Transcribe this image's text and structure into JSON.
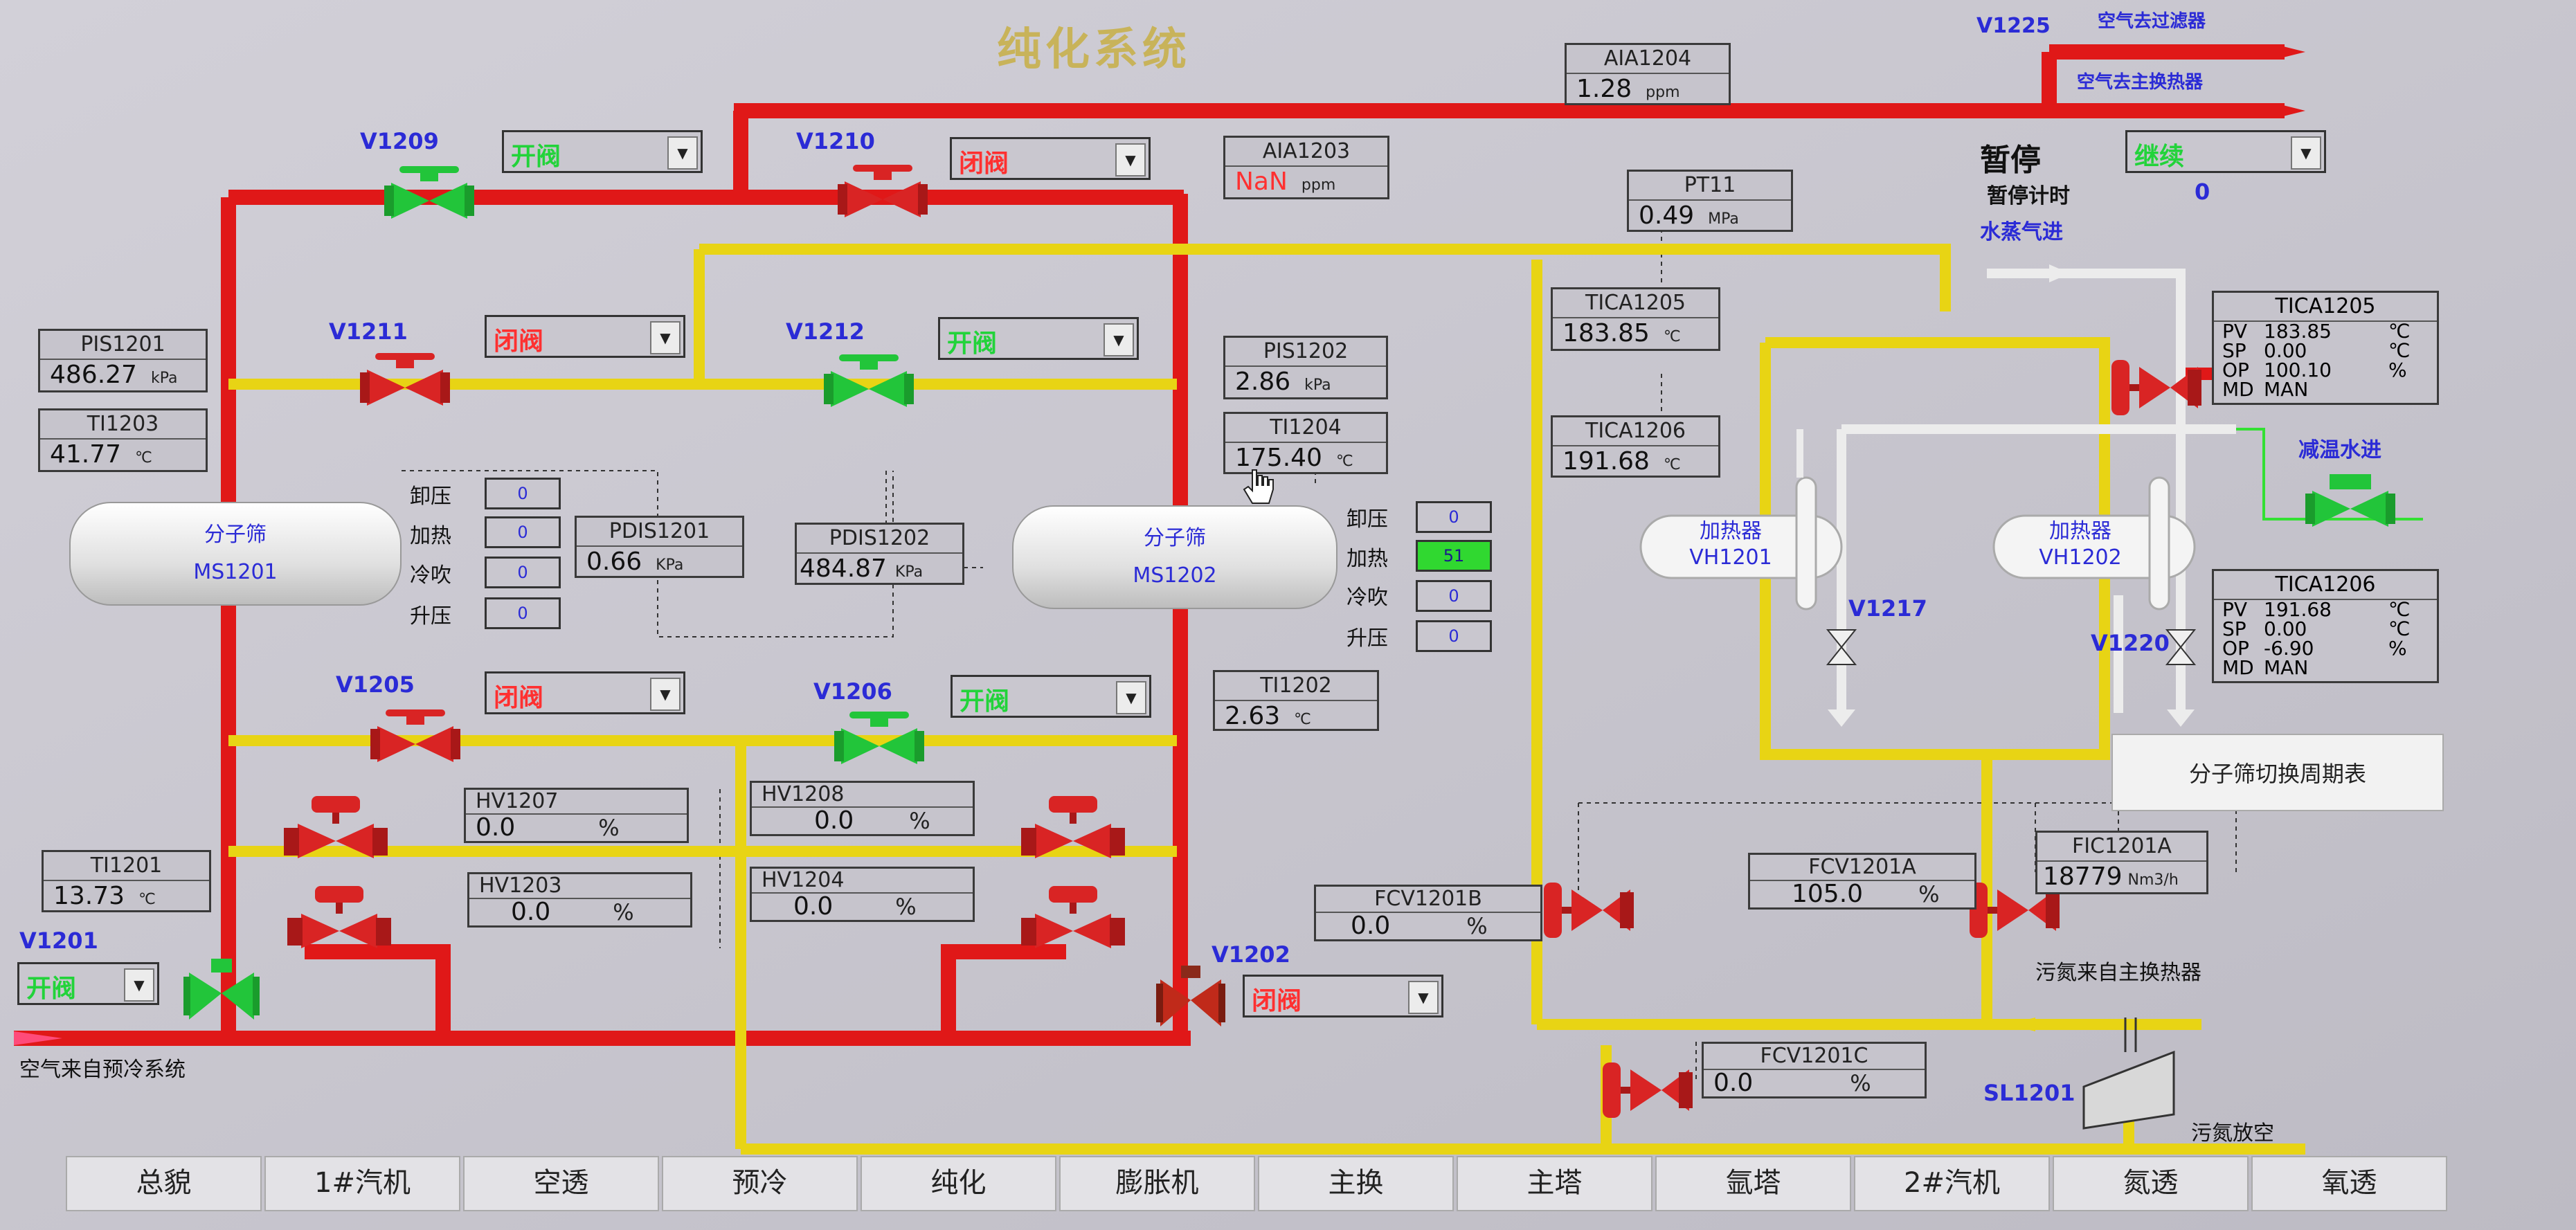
{
  "screen_title": "纯化系统",
  "top_right": {
    "v1225": "V1225",
    "to_filter": "空气去过滤器",
    "to_main_hx": "空气去主换热器",
    "pause": "暂停",
    "continue": "继续",
    "pause_timer_label": "暂停计时",
    "pause_timer_value": "0",
    "steam_in": "水蒸气进",
    "cooling_water_in": "减温水进"
  },
  "valves": {
    "v1209": "V1209",
    "v1210": "V1210",
    "v1211": "V1211",
    "v1212": "V1212",
    "v1205": "V1205",
    "v1206": "V1206",
    "v1201": "V1201",
    "v1202": "V1202",
    "v1217": "V1217",
    "v1220": "V1220",
    "sl1201": "SL1201"
  },
  "dropdowns": {
    "v1209": "开阀",
    "v1210": "闭阀",
    "v1211": "闭阀",
    "v1212": "开阀",
    "v1205": "闭阀",
    "v1206": "开阀",
    "v1201": "开阀",
    "v1202": "闭阀"
  },
  "colors": {
    "pipe_red": "#e01818",
    "pipe_yellow": "#e8d414",
    "valve_green": "#22c53a",
    "valve_red": "#d92424"
  },
  "instruments": {
    "aia1204": {
      "tag": "AIA1204",
      "value": "1.28",
      "unit": "ppm"
    },
    "aia1203": {
      "tag": "AIA1203",
      "value": "NaN",
      "unit": "ppm"
    },
    "pt11": {
      "tag": "PT11",
      "value": "0.49",
      "unit": "MPa"
    },
    "pis1201": {
      "tag": "PIS1201",
      "value": "486.27",
      "unit": "kPa"
    },
    "ti1203": {
      "tag": "TI1203",
      "value": "41.77",
      "unit": "℃"
    },
    "pis1202": {
      "tag": "PIS1202",
      "value": "2.86",
      "unit": "kPa"
    },
    "ti1204": {
      "tag": "TI1204",
      "value": "175.40",
      "unit": "℃"
    },
    "tica1205": {
      "tag": "TICA1205",
      "value": "183.85",
      "unit": "℃"
    },
    "tica1206": {
      "tag": "TICA1206",
      "value": "191.68",
      "unit": "℃"
    },
    "pdis1201": {
      "tag": "PDIS1201",
      "value": "0.66",
      "unit": "KPa"
    },
    "pdis1202": {
      "tag": "PDIS1202",
      "value": "484.87",
      "unit": "KPa"
    },
    "ti1202": {
      "tag": "TI1202",
      "value": "2.63",
      "unit": "℃"
    },
    "hv1207": {
      "tag": "HV1207",
      "value": "0.0",
      "unit": "%"
    },
    "hv1208": {
      "tag": "HV1208",
      "value": "0.0",
      "unit": "%"
    },
    "hv1203": {
      "tag": "HV1203",
      "value": "0.0",
      "unit": "%"
    },
    "hv1204": {
      "tag": "HV1204",
      "value": "0.0",
      "unit": "%"
    },
    "ti1201": {
      "tag": "TI1201",
      "value": "13.73",
      "unit": "℃"
    },
    "fcv1201b": {
      "tag": "FCV1201B",
      "value": "0.0",
      "unit": "%"
    },
    "fcv1201a": {
      "tag": "FCV1201A",
      "value": "105.0",
      "unit": "%"
    },
    "fic1201a": {
      "tag": "FIC1201A",
      "value": "18779",
      "unit": "Nm3/h"
    },
    "fcv1201c": {
      "tag": "FCV1201C",
      "value": "0.0",
      "unit": "%"
    }
  },
  "tica_side_1205": {
    "tag": "TICA1205",
    "pv": "183.85",
    "sp": "0.00",
    "op": "100.10",
    "md": "MAN",
    "c1": "℃",
    "c2": "℃",
    "pct": "%"
  },
  "tica_side_1206": {
    "tag": "TICA1206",
    "pv": "191.68",
    "sp": "0.00",
    "op": "-6.90",
    "md": "MAN",
    "c1": "℃",
    "c2": "℃",
    "pct": "%"
  },
  "side_labels": {
    "pv": "PV",
    "sp": "SP",
    "op": "OP",
    "md": "MD"
  },
  "sieve1": {
    "name": "分子筛",
    "tag": "MS1201",
    "steps": [
      "卸压",
      "加热",
      "冷吹",
      "升压"
    ],
    "values": [
      "0",
      "0",
      "0",
      "0"
    ]
  },
  "sieve2": {
    "name": "分子筛",
    "tag": "MS1202",
    "steps": [
      "卸压",
      "加热",
      "冷吹",
      "升压"
    ],
    "values": [
      "0",
      "51",
      "0",
      "0"
    ]
  },
  "heaters": {
    "vh1201_name": "加热器",
    "vh1201_tag": "VH1201",
    "vh1202_name": "加热器",
    "vh1202_tag": "VH1202"
  },
  "sieve_switch_button": "分子筛切换周期表",
  "labels": {
    "air_from_precool": "空气来自预冷系统",
    "waste_n2_from_hx": "污氮来自主换热器",
    "waste_n2_vent": "污氮放空"
  },
  "nav_tabs": [
    "总貌",
    "1#汽机",
    "空透",
    "预冷",
    "纯化",
    "膨胀机",
    "主换",
    "主塔",
    "氩塔",
    "2#汽机",
    "氮透",
    "氧透"
  ]
}
